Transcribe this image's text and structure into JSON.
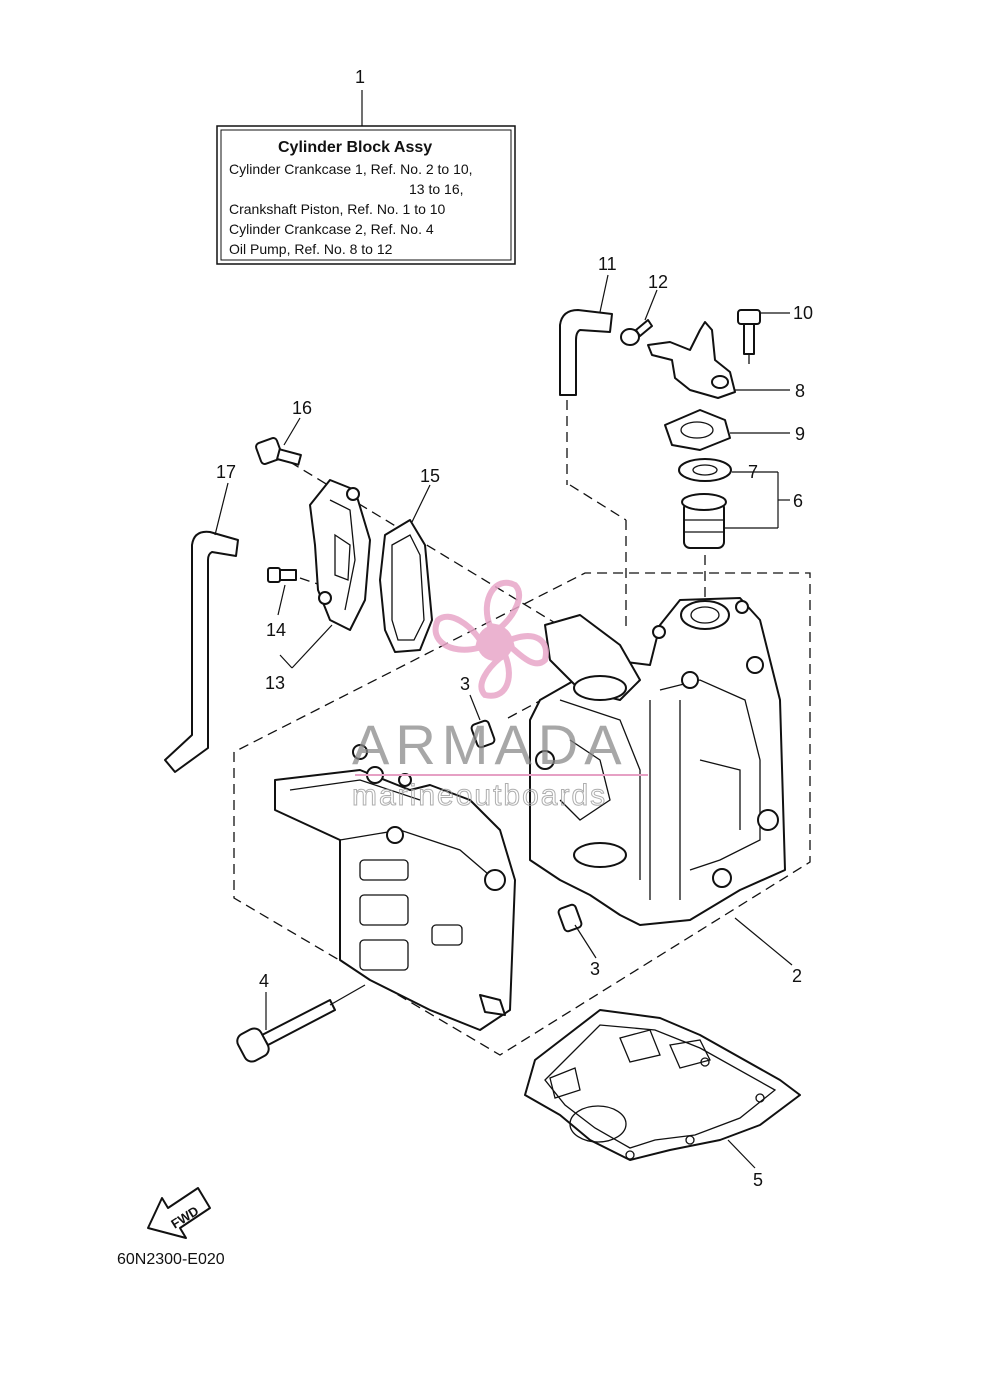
{
  "info_box": {
    "callout": "1",
    "title": "Cylinder Block Assy",
    "lines": [
      "Cylinder Crankcase 1,   Ref. No.  2  to  10,",
      "13  to  16,",
      "Crankshaft Piston,   Ref. No.  1  to  10",
      "Cylinder Crankcase 2,   Ref. No.  4",
      "Oil Pump,   Ref. No.  8  to  12"
    ]
  },
  "callouts": {
    "c2": "2",
    "c3a": "3",
    "c3b": "3",
    "c4": "4",
    "c5": "5",
    "c6": "6",
    "c7": "7",
    "c8": "8",
    "c9": "9",
    "c10": "10",
    "c11": "11",
    "c12": "12",
    "c13": "13",
    "c14": "14",
    "c15": "15",
    "c16": "16",
    "c17": "17"
  },
  "fwd_label": "FWD",
  "diagram_code": "60N2300-E020",
  "watermark": {
    "brand": "ARMADA",
    "tagline": "marineoutboards",
    "colors": {
      "logo": "#e8a6c8",
      "text": "#8a8a8a",
      "rule": "#e6a0c4"
    }
  }
}
